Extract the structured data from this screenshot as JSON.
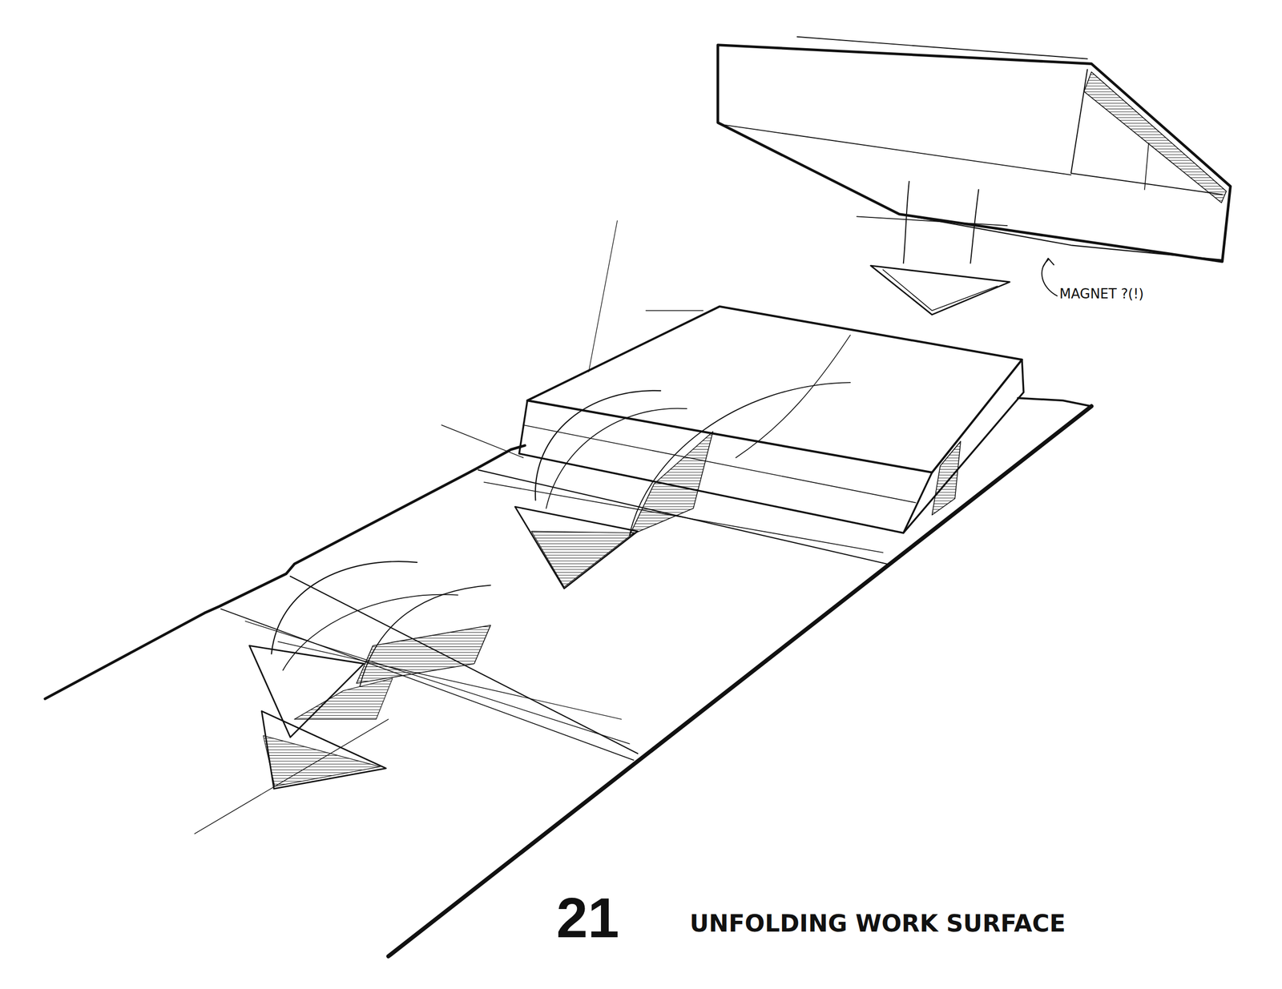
{
  "diagram": {
    "caption": "UNFOLDING WORK SURFACE",
    "labels": [
      "MAGNET ?(!)",
      "21"
    ]
  }
}
